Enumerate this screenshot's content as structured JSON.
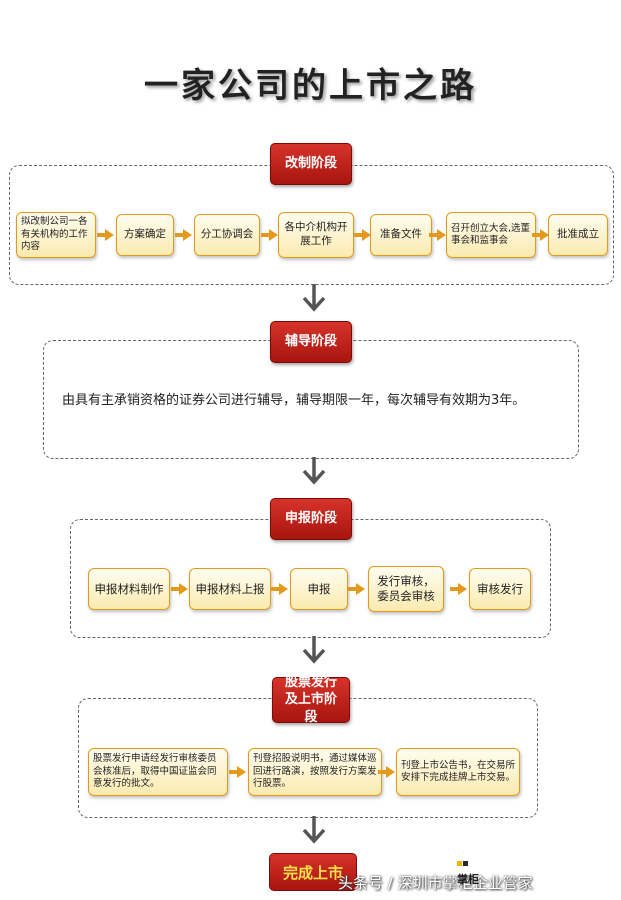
{
  "title": "一家公司的上市之路",
  "stage1": {
    "label": "改制阶段",
    "steps": [
      "拟改制公司一各有关机构的工作内容",
      "方案确定",
      "分工协调会",
      "各中介机构开展工作",
      "准备文件",
      "召开创立大会,选董事会和监事会",
      "批准成立"
    ]
  },
  "stage2": {
    "label": "辅导阶段",
    "note": "由具有主承销资格的证券公司进行辅导，辅导期限一年，每次辅导有效期为3年。"
  },
  "stage3": {
    "label": "申报阶段",
    "steps": [
      "申报材料制作",
      "申报材料上报",
      "申报",
      "发行审核，委员会审核",
      "审核发行"
    ]
  },
  "stage4": {
    "label": "股票发行及上市阶段",
    "steps": [
      "股票发行申请经发行审核委员会核准后，取得中国证监会同意发行的批文。",
      "刊登招股说明书，通过媒体巡回进行路演，按照发行方案发行股票。",
      "刊登上市公告书，在交易所安排下完成挂牌上市交易。"
    ]
  },
  "final": "完成上市",
  "watermark": "头条号 / 深圳市掌柜企业管家",
  "logo_text": "掌柜",
  "colors": {
    "stage_red": "#c0231b",
    "box_border": "#e39a1b",
    "box_fill": "#fdf3cc",
    "arrow_gray": "#555555"
  }
}
